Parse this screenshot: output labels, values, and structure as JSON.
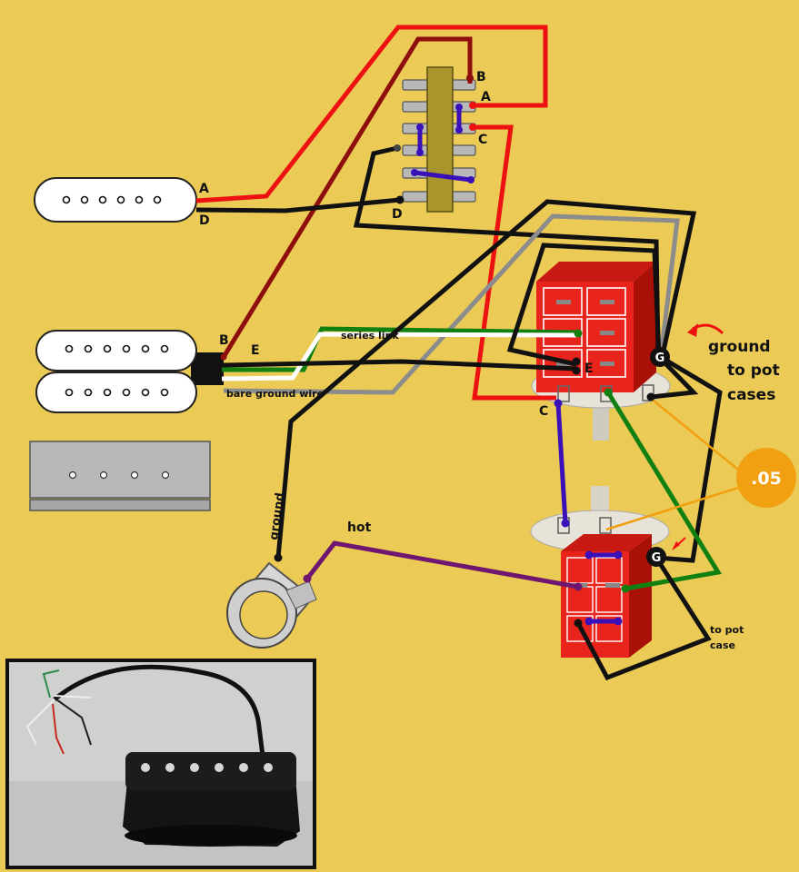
{
  "colors": {
    "background": "#ebca55",
    "red_wire": "#ee1111",
    "dark_red_wire": "#8e0d0d",
    "black_wire": "#111111",
    "gray_wire": "#8c8c8c",
    "green_wire": "#118011",
    "white_wire": "#ffffff",
    "blue_jumper": "#3a10b8",
    "purple_wire": "#6e1670",
    "orange_callout": "#f0a010",
    "pot_red": "#e8241c"
  },
  "labels": {
    "neck_A": "A",
    "neck_D": "D",
    "switch_B": "B",
    "switch_A": "A",
    "switch_C": "C",
    "switch_D": "D",
    "hum_B": "B",
    "hum_E": "E",
    "series_link": "series link",
    "bare_ground": "bare ground wire",
    "pot_E": "E",
    "pot_C": "C",
    "ground_G1": "G",
    "ground_G2": "G",
    "ground_to_pot_cases_1": "ground",
    "ground_to_pot_cases_2": "to pot",
    "ground_to_pot_cases_3": "cases",
    "capacitor": ".05",
    "jack_ground": "ground",
    "jack_hot": "hot",
    "to_pot_case_1": "to pot",
    "to_pot_case_2": "case"
  },
  "icons": {
    "neck_pickup": "single-coil-pickup-icon",
    "humbucker": "humbucker-pickup-icon",
    "bridge_plate": "bridge-plate-icon",
    "switch": "three-way-switch-icon",
    "volume_pot": "volume-pot-icon",
    "tone_pot": "tone-pot-icon",
    "jack": "output-jack-icon",
    "photo": "telecaster-pickup-photo"
  }
}
